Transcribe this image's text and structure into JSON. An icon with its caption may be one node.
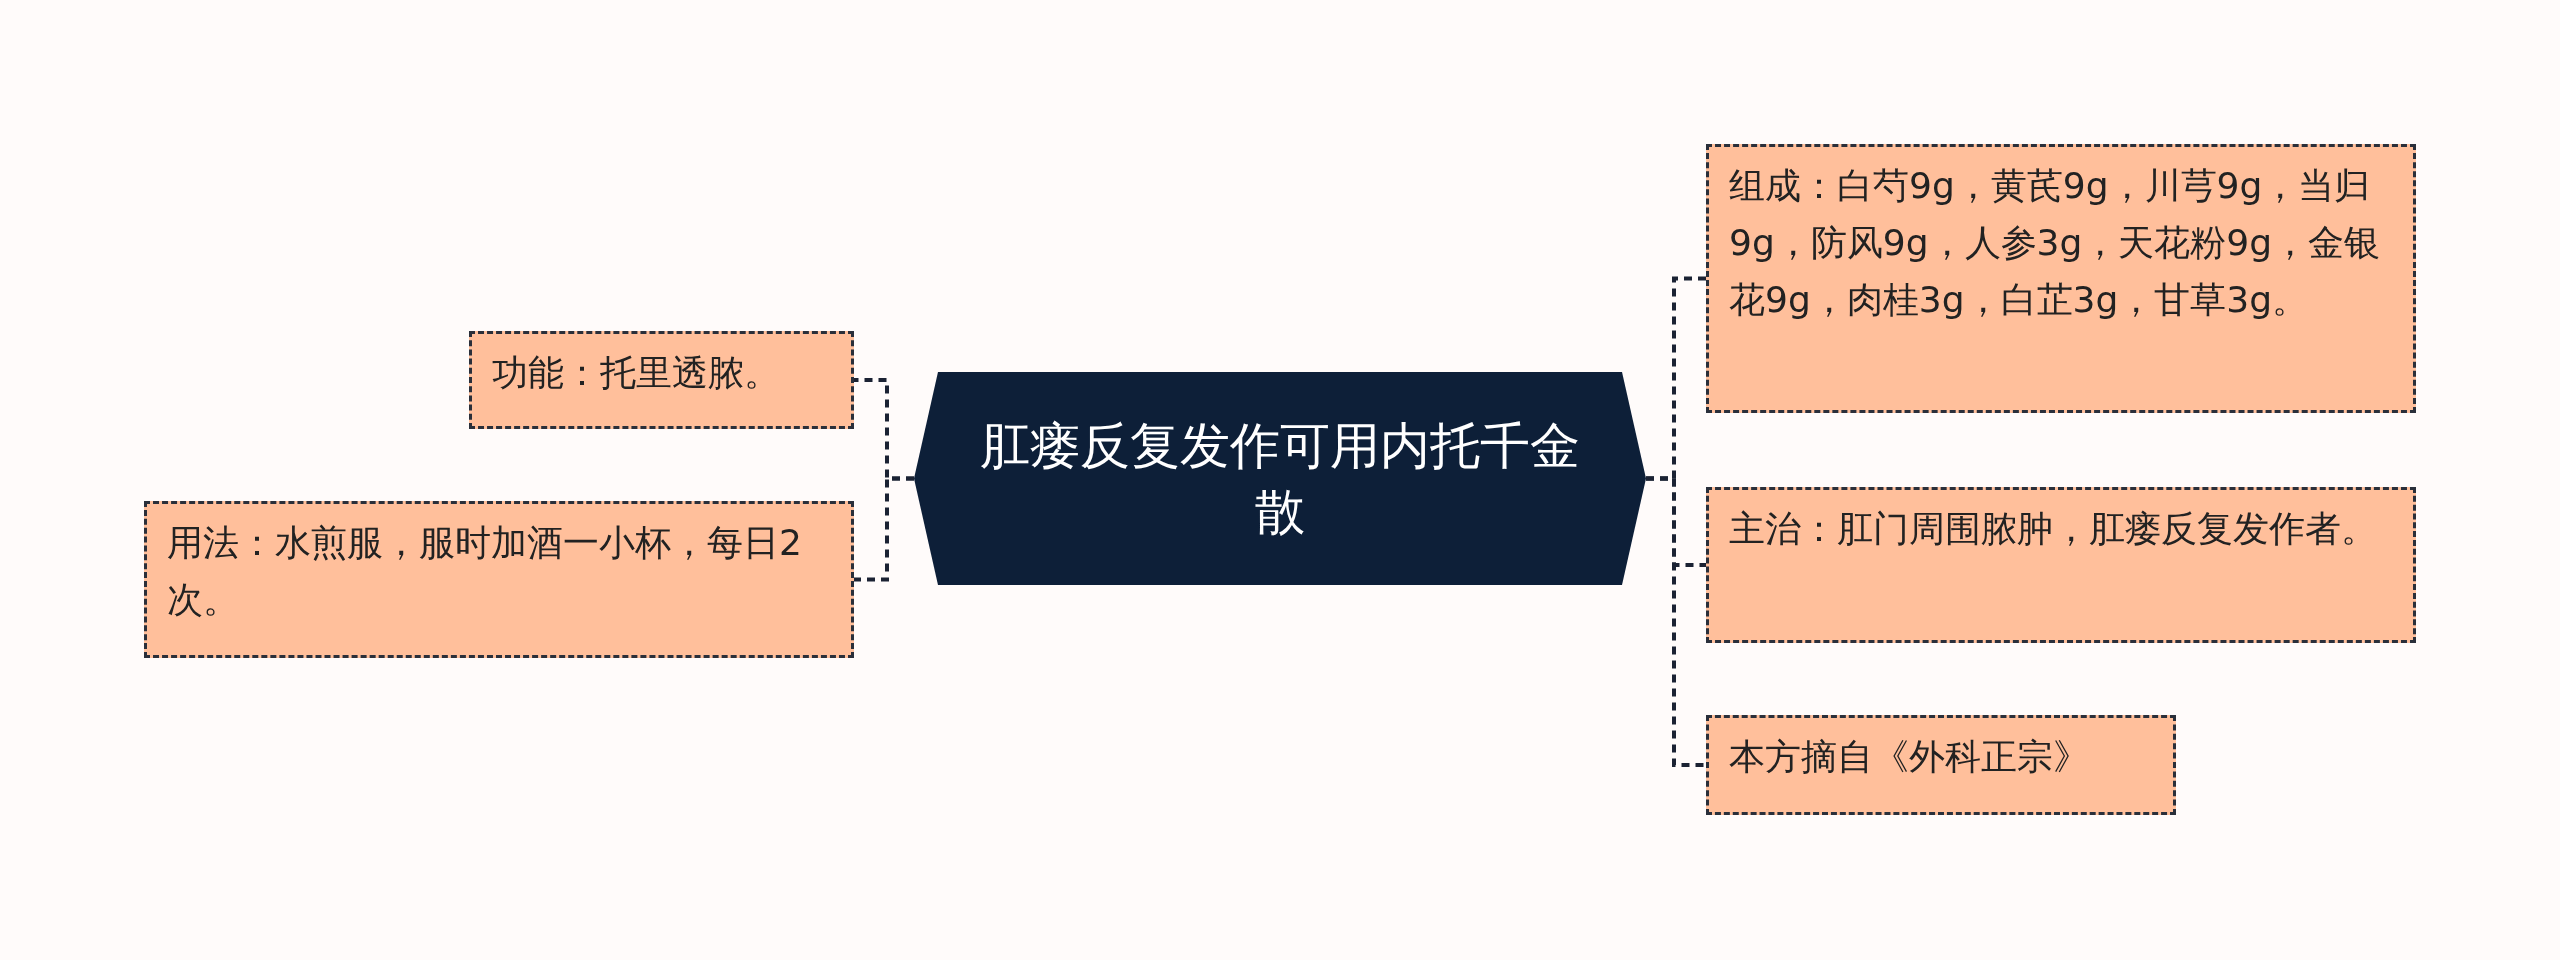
{
  "diagram": {
    "nodes": [
      {
        "text": [
          "肛瘘反复发作可用内托千金散"
        ]
      },
      {
        "text": [
          "功能：托里透脓。"
        ]
      },
      {
        "text": [
          "用法：水煎服，服时加酒一小杯，每日2次。"
        ]
      },
      {
        "text": [
          "组成：白芍9g，黄芪9g，川芎9g，当归9g，防风9g，人参3g，天花粉9g，金银花9g，肉桂3g，白芷3g，甘草3g。"
        ]
      },
      {
        "text": [
          "主治：肛门周围脓肿，肛瘘反复发作者。"
        ]
      },
      {
        "text": [
          "本方摘自《外科正宗》"
        ]
      }
    ],
    "edges": [
      {
        "from": 0,
        "to": 1,
        "arrow": "none"
      },
      {
        "from": 0,
        "to": 2,
        "arrow": "none"
      },
      {
        "from": 0,
        "to": 3,
        "arrow": "none"
      },
      {
        "from": 0,
        "to": 4,
        "arrow": "none"
      },
      {
        "from": 0,
        "to": 5,
        "arrow": "none"
      }
    ]
  }
}
